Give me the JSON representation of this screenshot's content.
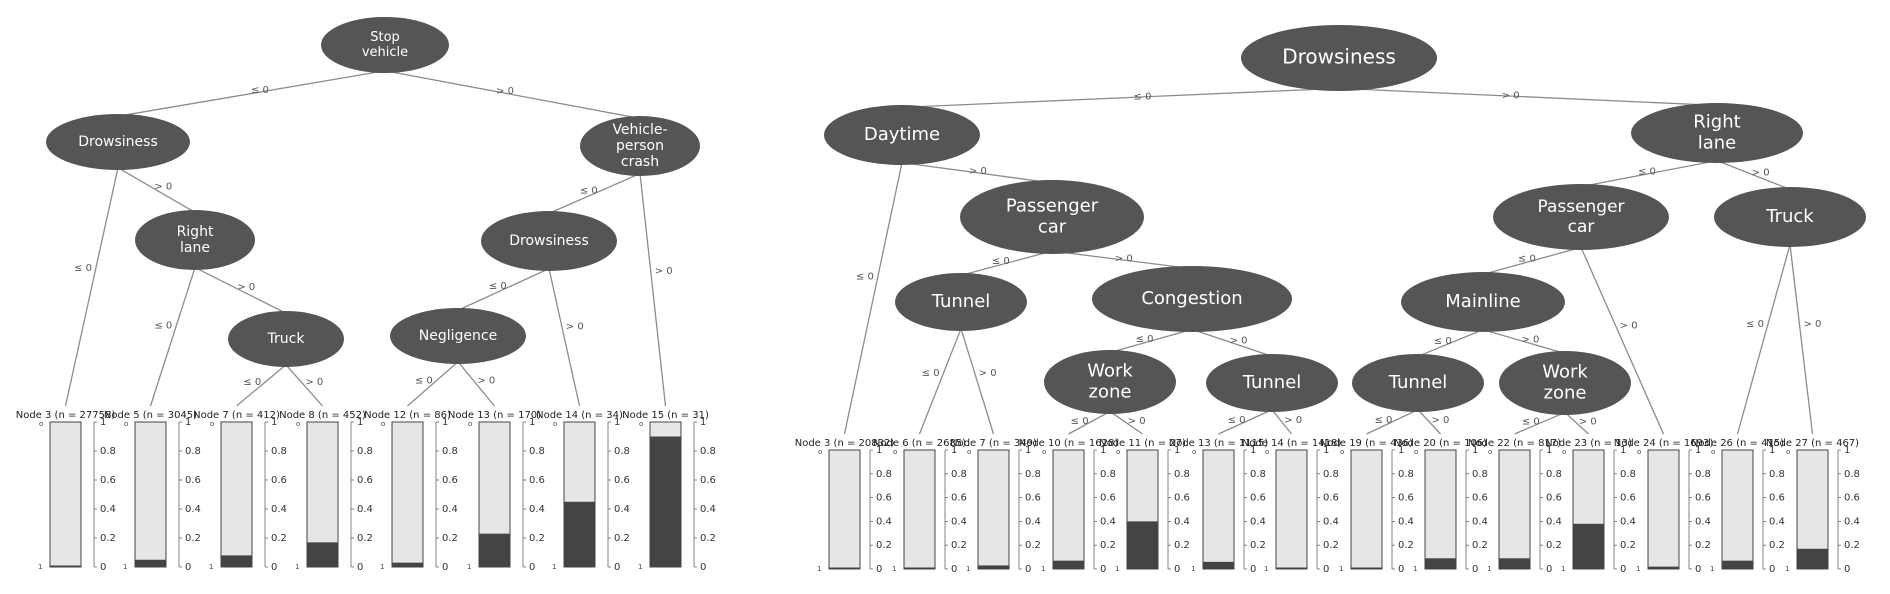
{
  "colors": {
    "node_fill": "#555555",
    "node_text": "#ffffff",
    "edge": "#8c8c8c",
    "bar_light": "#e6e6e6",
    "bar_dark": "#444444",
    "bar_border": "#444444"
  },
  "axis_ticks": [
    "0",
    "0.2",
    "0.4",
    "0.6",
    "0.8",
    "1"
  ],
  "trees": [
    {
      "id": "left",
      "nodes": [
        {
          "id": "L1",
          "lines": [
            "Stop",
            "vehicle"
          ]
        },
        {
          "id": "L2",
          "lines": [
            "Drowsiness"
          ]
        },
        {
          "id": "L3",
          "lines": [
            "Vehicle-",
            "person",
            "crash"
          ]
        },
        {
          "id": "L4",
          "lines": [
            "Right",
            "lane"
          ]
        },
        {
          "id": "L5",
          "lines": [
            "Truck"
          ]
        },
        {
          "id": "L6",
          "lines": [
            "Drowsiness"
          ]
        },
        {
          "id": "L7",
          "lines": [
            "Negligence"
          ]
        }
      ],
      "edges": [
        {
          "from": "L1",
          "to": "L2",
          "label": "≤ 0"
        },
        {
          "from": "L1",
          "to": "L3",
          "label": "> 0"
        },
        {
          "from": "L2",
          "to": "F0",
          "label": "≤ 0"
        },
        {
          "from": "L2",
          "to": "L4",
          "label": "> 0"
        },
        {
          "from": "L4",
          "to": "F1",
          "label": "≤ 0"
        },
        {
          "from": "L4",
          "to": "L5",
          "label": "> 0"
        },
        {
          "from": "L5",
          "to": "F2",
          "label": "≤ 0"
        },
        {
          "from": "L5",
          "to": "F3",
          "label": "> 0"
        },
        {
          "from": "L3",
          "to": "L6",
          "label": "≤ 0"
        },
        {
          "from": "L3",
          "to": "F7",
          "label": "> 0"
        },
        {
          "from": "L6",
          "to": "L7",
          "label": "≤ 0"
        },
        {
          "from": "L6",
          "to": "F6",
          "label": "> 0"
        },
        {
          "from": "L7",
          "to": "F4",
          "label": "≤ 0"
        },
        {
          "from": "L7",
          "to": "F5",
          "label": "> 0"
        }
      ],
      "leaves": [
        {
          "id": "F0",
          "label": "Node 3 (n = 27758)",
          "value": 0.01
        },
        {
          "id": "F1",
          "label": "Node 5 (n = 3045)",
          "value": 0.05
        },
        {
          "id": "F2",
          "label": "Node 7 (n = 412)",
          "value": 0.08
        },
        {
          "id": "F3",
          "label": "Node 8 (n = 452)",
          "value": 0.17
        },
        {
          "id": "F4",
          "label": "Node 12 (n = 86)",
          "value": 0.03
        },
        {
          "id": "F5",
          "label": "Node 13 (n = 170)",
          "value": 0.23
        },
        {
          "id": "F6",
          "label": "Node 14 (n = 34)",
          "value": 0.45
        },
        {
          "id": "F7",
          "label": "Node 15 (n = 31)",
          "value": 0.9
        }
      ]
    },
    {
      "id": "right",
      "nodes": [
        {
          "id": "R1",
          "lines": [
            "Drowsiness"
          ]
        },
        {
          "id": "R2",
          "lines": [
            "Daytime"
          ]
        },
        {
          "id": "R3",
          "lines": [
            "Right",
            "lane"
          ]
        },
        {
          "id": "R4",
          "lines": [
            "Passenger",
            "car"
          ]
        },
        {
          "id": "R5",
          "lines": [
            "Tunnel"
          ]
        },
        {
          "id": "R6",
          "lines": [
            "Congestion"
          ]
        },
        {
          "id": "R7",
          "lines": [
            "Work",
            "zone"
          ]
        },
        {
          "id": "R8",
          "lines": [
            "Tunnel"
          ]
        },
        {
          "id": "R9",
          "lines": [
            "Passenger",
            "car"
          ]
        },
        {
          "id": "R10",
          "lines": [
            "Truck"
          ]
        },
        {
          "id": "R11",
          "lines": [
            "Mainline"
          ]
        },
        {
          "id": "R12",
          "lines": [
            "Tunnel"
          ]
        },
        {
          "id": "R13",
          "lines": [
            "Work",
            "zone"
          ]
        }
      ],
      "edges": [
        {
          "from": "R1",
          "to": "R2",
          "label": "≤ 0"
        },
        {
          "from": "R1",
          "to": "R3",
          "label": "> 0"
        },
        {
          "from": "R2",
          "to": "G0",
          "label": "≤ 0"
        },
        {
          "from": "R2",
          "to": "R4",
          "label": "> 0"
        },
        {
          "from": "R4",
          "to": "R5",
          "label": "≤ 0"
        },
        {
          "from": "R4",
          "to": "R6",
          "label": "> 0"
        },
        {
          "from": "R5",
          "to": "G1",
          "label": "≤ 0"
        },
        {
          "from": "R5",
          "to": "G2",
          "label": "> 0"
        },
        {
          "from": "R6",
          "to": "R7",
          "label": "≤ 0"
        },
        {
          "from": "R6",
          "to": "R8",
          "label": "> 0"
        },
        {
          "from": "R7",
          "to": "G3",
          "label": "≤ 0"
        },
        {
          "from": "R7",
          "to": "G4",
          "label": "> 0"
        },
        {
          "from": "R8",
          "to": "G5",
          "label": "≤ 0"
        },
        {
          "from": "R8",
          "to": "G6",
          "label": "> 0"
        },
        {
          "from": "R3",
          "to": "R9",
          "label": "≤ 0"
        },
        {
          "from": "R3",
          "to": "R10",
          "label": "> 0"
        },
        {
          "from": "R9",
          "to": "R11",
          "label": "≤ 0"
        },
        {
          "from": "R9",
          "to": "G11",
          "label": "> 0"
        },
        {
          "from": "R11",
          "to": "R12",
          "label": "≤ 0"
        },
        {
          "from": "R11",
          "to": "R13",
          "label": "> 0"
        },
        {
          "from": "R12",
          "to": "G7",
          "label": "≤ 0"
        },
        {
          "from": "R12",
          "to": "G8",
          "label": "> 0"
        },
        {
          "from": "R13",
          "to": "G9",
          "label": "≤ 0"
        },
        {
          "from": "R13",
          "to": "G10",
          "label": "> 0"
        },
        {
          "from": "R10",
          "to": "G12",
          "label": "≤ 0"
        },
        {
          "from": "R10",
          "to": "G13",
          "label": "> 0"
        }
      ],
      "leaves": [
        {
          "id": "G0",
          "label": "Node 3 (n = 20832)",
          "value": 0.01
        },
        {
          "id": "G1",
          "label": "Node 6 (n = 2685)",
          "value": 0.005
        },
        {
          "id": "G2",
          "label": "Node 7 (n = 349)",
          "value": 0.03
        },
        {
          "id": "G3",
          "label": "Node 10 (n = 1628)",
          "value": 0.07
        },
        {
          "id": "G4",
          "label": "Node 11 (n = 27)",
          "value": 0.4
        },
        {
          "id": "G5",
          "label": "Node 13 (n = 1115)",
          "value": 0.06
        },
        {
          "id": "G6",
          "label": "Node 14 (n = 1418)",
          "value": 0.01
        },
        {
          "id": "G7",
          "label": "Node 19 (n = 436)",
          "value": 0.005
        },
        {
          "id": "G8",
          "label": "Node 20 (n = 106)",
          "value": 0.09
        },
        {
          "id": "G9",
          "label": "Node 22 (n = 817)",
          "value": 0.09
        },
        {
          "id": "G10",
          "label": "Node 23 (n = 13)",
          "value": 0.38
        },
        {
          "id": "G11",
          "label": "Node 24 (n = 1693)",
          "value": 0.02
        },
        {
          "id": "G12",
          "label": "Node 26 (n = 415)",
          "value": 0.07
        },
        {
          "id": "G13",
          "label": "Node 27 (n = 467)",
          "value": 0.17
        }
      ]
    }
  ]
}
